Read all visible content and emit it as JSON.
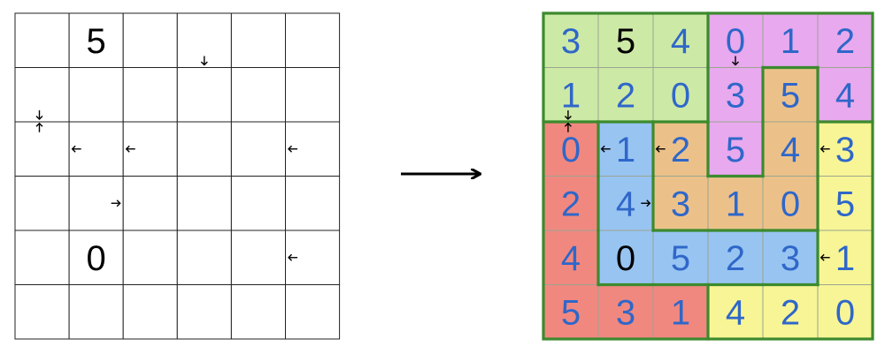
{
  "colors": {
    "grid_line": "#222222",
    "region_border": "#3c8a2e",
    "given_digit": "#000000",
    "solved_digit": "#2f67c9",
    "arrow": "#000000",
    "fills": {
      "green": "#cde9a6",
      "pink": "#e8a9ee",
      "orange": "#ecc189",
      "red": "#f08880",
      "blue": "#98c4f2",
      "yellow": "#f8f596"
    }
  },
  "puzzle": {
    "rows": 6,
    "cols": 6,
    "givens": [
      [
        "",
        "5",
        "",
        "",
        "",
        ""
      ],
      [
        "",
        "",
        "",
        "",
        "",
        ""
      ],
      [
        "",
        "",
        "",
        "",
        "",
        ""
      ],
      [
        "",
        "",
        "",
        "",
        "",
        ""
      ],
      [
        "",
        "0",
        "",
        "",
        "",
        ""
      ],
      [
        "",
        "",
        "",
        "",
        "",
        ""
      ]
    ],
    "arrows": [
      {
        "row": 0,
        "col": 3,
        "dir": "down",
        "icon": "arrow-down-icon"
      },
      {
        "row": 1,
        "col": 0,
        "dir": "down",
        "icon": "arrow-down-icon"
      },
      {
        "row": 2,
        "col": 0,
        "dir": "up",
        "icon": "arrow-up-icon"
      },
      {
        "row": 2,
        "col": 1,
        "dir": "left",
        "icon": "arrow-left-icon"
      },
      {
        "row": 2,
        "col": 2,
        "dir": "left",
        "icon": "arrow-left-icon"
      },
      {
        "row": 2,
        "col": 5,
        "dir": "left",
        "icon": "arrow-left-icon"
      },
      {
        "row": 3,
        "col": 1,
        "dir": "right",
        "icon": "arrow-right-icon"
      },
      {
        "row": 4,
        "col": 5,
        "dir": "left",
        "icon": "arrow-left-icon"
      }
    ]
  },
  "transition_arrow": {
    "icon": "long-right-arrow-icon"
  },
  "solution": {
    "digits": [
      [
        "3",
        "5",
        "4",
        "0",
        "1",
        "2"
      ],
      [
        "1",
        "2",
        "0",
        "3",
        "5",
        "4"
      ],
      [
        "0",
        "1",
        "2",
        "5",
        "4",
        "3"
      ],
      [
        "2",
        "4",
        "3",
        "1",
        "0",
        "5"
      ],
      [
        "4",
        "0",
        "5",
        "2",
        "3",
        "1"
      ],
      [
        "5",
        "3",
        "1",
        "4",
        "2",
        "0"
      ]
    ],
    "regions": [
      [
        "green",
        "green",
        "green",
        "pink",
        "pink",
        "pink"
      ],
      [
        "green",
        "green",
        "green",
        "pink",
        "orange",
        "pink"
      ],
      [
        "red",
        "blue",
        "orange",
        "pink",
        "orange",
        "yellow"
      ],
      [
        "red",
        "blue",
        "orange",
        "orange",
        "orange",
        "yellow"
      ],
      [
        "red",
        "blue",
        "blue",
        "blue",
        "blue",
        "yellow"
      ],
      [
        "red",
        "red",
        "red",
        "yellow",
        "yellow",
        "yellow"
      ]
    ]
  }
}
